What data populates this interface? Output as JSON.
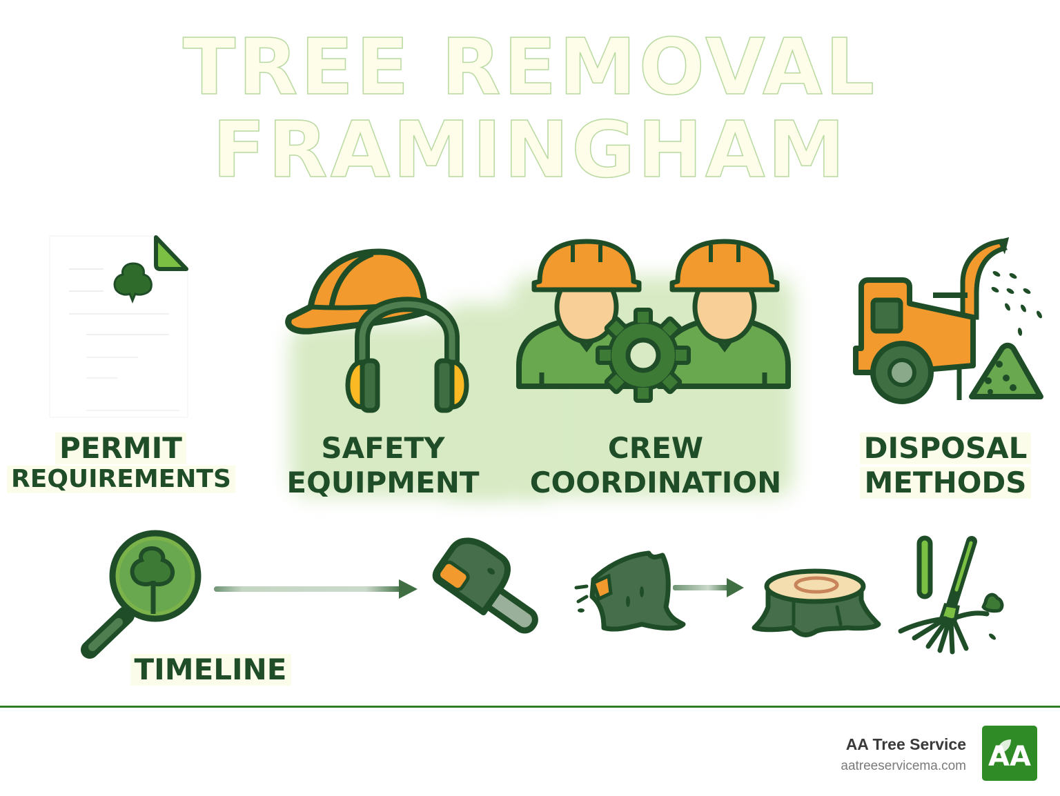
{
  "title": {
    "line1": "TREE REMOVAL",
    "line2": "FRAMINGHAM"
  },
  "top_row": [
    {
      "id": "permit",
      "line1": "PERMIT",
      "line2": "REQUIREMENTS",
      "icon": "permit-document-icon"
    },
    {
      "id": "safety",
      "line1": "SAFETY",
      "line2": "EQUIPMENT",
      "icon": "hard-hat-earmuffs-icon"
    },
    {
      "id": "crew",
      "line1": "CREW",
      "line2": "COORDINATION",
      "icon": "workers-gear-icon"
    },
    {
      "id": "disposal",
      "line1": "DISPOSAL",
      "line2": "METHODS",
      "icon": "wood-chipper-icon"
    }
  ],
  "timeline": {
    "label": "TIMELINE",
    "steps": [
      {
        "icon": "tree-inspection-magnifier-icon"
      },
      {
        "icon": "arrow-right-icon"
      },
      {
        "icon": "chainsaw-icon"
      },
      {
        "icon": "felled-tree-icon"
      },
      {
        "icon": "arrow-right-icon"
      },
      {
        "icon": "stump-icon"
      },
      {
        "icon": "rake-cleanup-icon"
      }
    ]
  },
  "footer": {
    "brand_name": "AA Tree Service",
    "brand_url": "aatreeservicema.com",
    "logo_text": "AA"
  },
  "colors": {
    "dark_green": "#1f4d27",
    "mid_green": "#5f9e3a",
    "light_green_bg": "#d7eac4",
    "orange": "#f39a2e",
    "title_fill": "#fdfde9",
    "rule_green": "#2f7d27",
    "logo_green": "#2e8b26"
  }
}
